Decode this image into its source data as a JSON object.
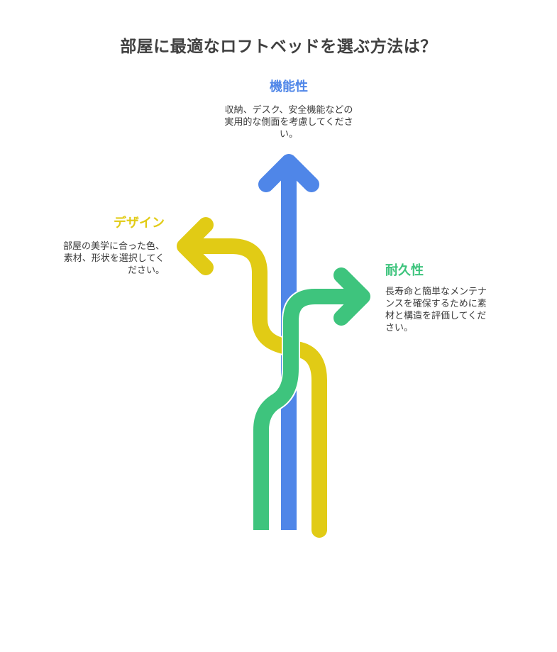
{
  "title": "部屋に最適なロフトベッドを選ぶ方法は？",
  "colors": {
    "function": "#4f86e8",
    "design": "#e1cb15",
    "durability": "#3ec47d",
    "text": "#3a3a3a",
    "title": "#404040"
  },
  "branches": {
    "function": {
      "heading": "機能性",
      "description_lines": [
        "収納、デスク、安全機能などの",
        "実用的な側面を考慮してくださ",
        "い。"
      ]
    },
    "design": {
      "heading": "デザイン",
      "description_lines": [
        "部屋の美学に合った色、",
        "素材、形状を選択してく",
        "ださい。"
      ]
    },
    "durability": {
      "heading": "耐久性",
      "description_lines": [
        "長寿命と簡単なメンテナ",
        "ンスを確保するために素",
        "材と構造を評価してくだ",
        "さい。"
      ]
    }
  }
}
